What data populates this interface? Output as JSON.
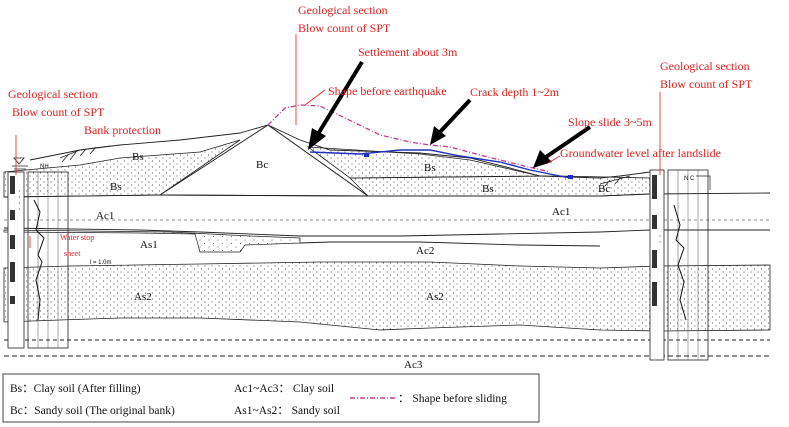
{
  "labels": {
    "geo_left": "Geological section",
    "spt_left": "Blow count of SPT",
    "geo_top": "Geological section",
    "spt_top": "Blow count of SPT",
    "geo_right": "Geological section",
    "spt_right": "Blow count of SPT",
    "settlement": "Settlement about 3m",
    "shape_before_eq": "Shape before earthquake",
    "crack_depth": "Crack depth 1~2m",
    "slope_slide": "Slope slide 3~5m",
    "groundwater": "Groundwater level after landslide",
    "bank_protection": "Bank protection",
    "water_stop": "Water stop",
    "sheet": "sheet",
    "l_eq": "l = 1.0m",
    "nh": "NH",
    "nc": "N C"
  },
  "layers": {
    "bs_left_top": "Bs",
    "bc_left": "Bc",
    "bs_left": "Bs",
    "bs_mid": "Bs",
    "bs_right": "Bs",
    "bc_right": "Bc",
    "ac1_left": "Ac1",
    "ac1_right": "Ac1",
    "as1": "As1",
    "ac2": "Ac2",
    "as2_left": "As2",
    "as2_mid": "As2",
    "ac3": "Ac3"
  },
  "legend": {
    "bs_text": "Bs：Clay soil (After filling)",
    "bc_text": "Bc：Sandy soil (The original bank)",
    "ac_text": "Ac1~Ac3：  Clay soil",
    "as_text": "As1~As2：  Sandy soil",
    "shape_text": "：  Shape before sliding"
  },
  "colors": {
    "annotation": "#e02020",
    "groundwater": "#2030c0",
    "dashed_shape": "#c04090"
  }
}
